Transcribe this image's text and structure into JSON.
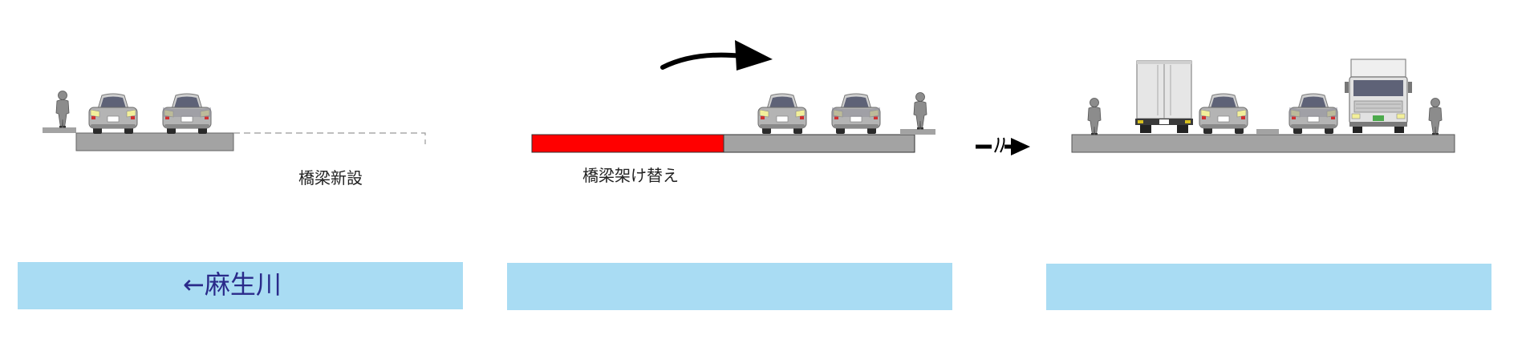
{
  "colors": {
    "river": "#a9dcf3",
    "road": "#a3a3a3",
    "new_bridge": "#ff0000",
    "river_text": "#2a2a8a",
    "car_body": "#b4b4b4",
    "car_dark": "#5e6277",
    "person": "#8c8c8c",
    "truck_box": "#e6e6e6",
    "arrow": "#000000"
  },
  "stages": [
    {
      "label": "橋梁新設",
      "river_label": "←麻生川"
    },
    {
      "label": "橋梁架け替え",
      "river_label": ""
    },
    {
      "label": "",
      "river_label": ""
    }
  ],
  "icons": [
    "person-icon",
    "car-icon",
    "truck-icon",
    "curved-arrow-icon",
    "next-step-arrow-icon"
  ]
}
